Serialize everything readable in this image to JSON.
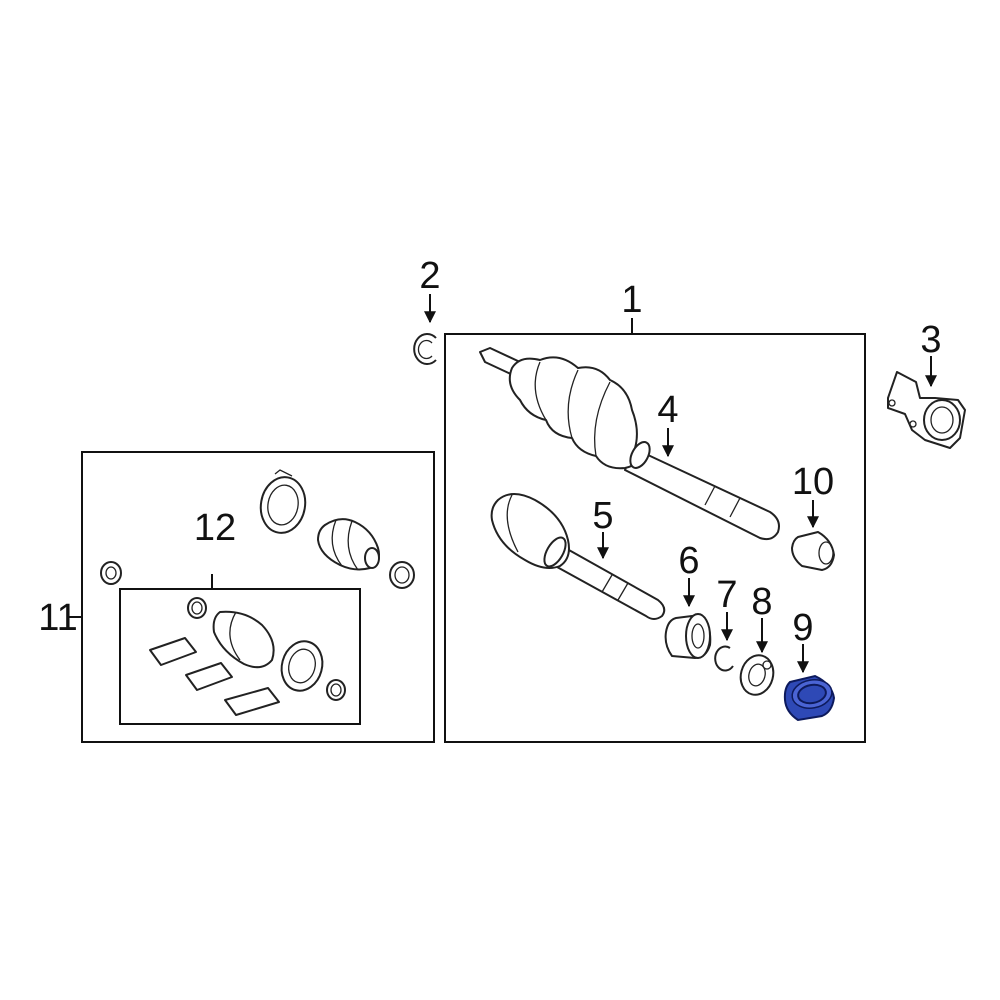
{
  "callouts": {
    "c1": "1",
    "c2": "2",
    "c3": "3",
    "c4": "4",
    "c5": "5",
    "c6": "6",
    "c7": "7",
    "c8": "8",
    "c9": "9",
    "c10": "10",
    "c11": "11",
    "c12": "12"
  },
  "highlighted_part": "9",
  "colors": {
    "highlight": "#2e49b6",
    "line": "#111111",
    "background": "#ffffff"
  }
}
